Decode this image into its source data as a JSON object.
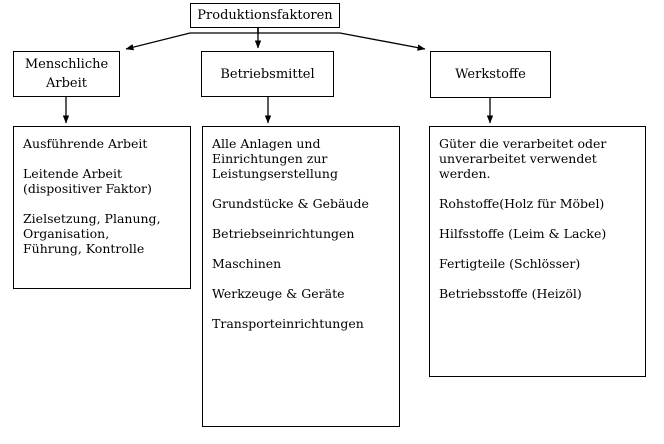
{
  "diagram": {
    "title": "Produktionsfaktoren",
    "root": {
      "label": "Produktionsfaktoren"
    },
    "branches": [
      {
        "header": "Menschliche\nArbeit",
        "items": [
          "Ausführende Arbeit",
          "Leitende Arbeit\n(dispositiver Faktor)",
          "Zielsetzung, Planung,\nOrganisation,\nFührung, Kontrolle"
        ]
      },
      {
        "header": "Betriebsmittel",
        "items": [
          "Alle Anlagen und\nEinrichtungen zur\nLeistungserstellung",
          "Grundstücke & Gebäude",
          "Betriebseinrichtungen",
          "Maschinen",
          "Werkzeuge & Geräte",
          "Transporteinrichtungen"
        ]
      },
      {
        "header": "Werkstoffe",
        "items": [
          "Güter die verarbeitet oder\nunverarbeitet verwendet\nwerden.",
          "Rohstoffe(Holz für Möbel)",
          "Hilfsstoffe (Leim & Lacke)",
          "Fertigteile (Schlösser)",
          "Betriebsstoffe (Heizöl)"
        ]
      }
    ],
    "colors": {
      "stroke": "#000000",
      "background": "#ffffff",
      "text": "#000000"
    }
  }
}
